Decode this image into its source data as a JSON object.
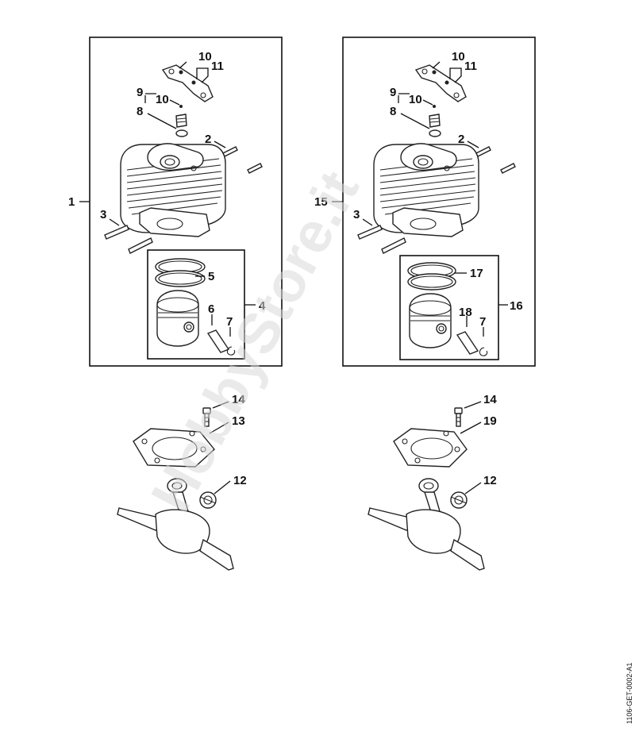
{
  "watermark": "HobbyStore.it",
  "drawing_code": "1106-GET-0002-A1",
  "assemblies": {
    "left": {
      "kit": "1",
      "cylinder_pin_a": "2",
      "cylinder_pin_b": "3",
      "piston_set": "4",
      "piston_ring": "5",
      "piston_pin": "6",
      "circlip": "7",
      "decomp_valve": "8",
      "decomp_group": "9",
      "washer": "10",
      "cover_plate": "11"
    },
    "right": {
      "kit": "15",
      "cylinder_pin_a": "2",
      "cylinder_pin_b": "3",
      "piston_set": "16",
      "piston_ring": "17",
      "piston_pin": "18",
      "circlip": "7",
      "decomp_valve": "8",
      "decomp_group": "9",
      "washer": "10",
      "cover_plate": "11"
    },
    "crank_left": {
      "screw": "14",
      "gasket": "13",
      "needle_cage": "12"
    },
    "crank_right": {
      "screw": "14",
      "gasket": "19",
      "needle_cage": "12"
    }
  }
}
